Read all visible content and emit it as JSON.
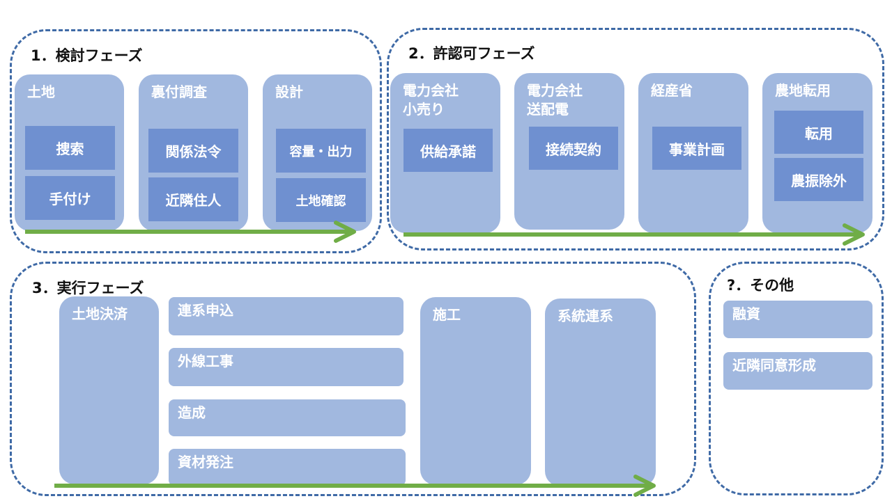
{
  "colors": {
    "dashed_border": "#3f6aa6",
    "light_box": "#a1b8df",
    "dark_box": "#6f90d0",
    "arrow": "#70ad47"
  },
  "phase1": {
    "title": "1．検討フェーズ",
    "land": {
      "label": "土地",
      "items": [
        "捜索",
        "手付け"
      ]
    },
    "survey": {
      "label": "裏付調査",
      "items": [
        "関係法令",
        "近隣住人"
      ]
    },
    "design": {
      "label": "設計",
      "items": [
        "容量・出力",
        "土地確認"
      ]
    }
  },
  "phase2": {
    "title": "2．許認可フェーズ",
    "retail": {
      "label": "電力会社\n小売り",
      "items": [
        "供給承諾"
      ]
    },
    "grid": {
      "label": "電力会社\n送配電",
      "items": [
        "接続契約"
      ]
    },
    "meti": {
      "label": "経産省",
      "items": [
        "事業計画"
      ]
    },
    "farmland": {
      "label": "農地転用",
      "items": [
        "転用",
        "農振除外"
      ]
    }
  },
  "phase3": {
    "title": "3．実行フェーズ",
    "settlement": "土地決済",
    "tasks": [
      "連系申込",
      "外線工事",
      "造成",
      "資材発注"
    ],
    "construction": "施工",
    "connection": "系統連系"
  },
  "other": {
    "title": "?．その他",
    "items": [
      "融資",
      "近隣同意形成"
    ]
  }
}
